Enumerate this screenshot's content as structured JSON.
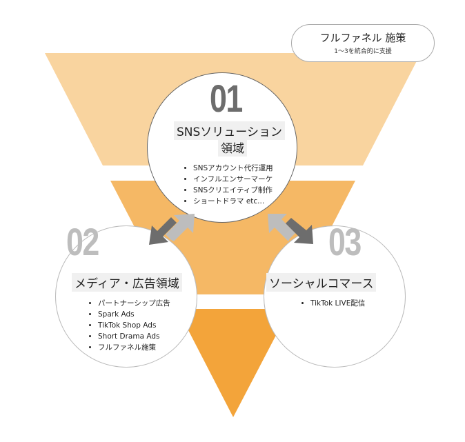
{
  "callout": {
    "title": "フルファネル 施策",
    "subtitle": "1〜3を統合的に支援"
  },
  "colors": {
    "band1": "#F9D49F",
    "band2": "#F5B865",
    "band3": "#F3A43A",
    "number_dark": "#6d6d6d",
    "number_light": "#bdbdbd",
    "arrow_dark": "#6d6d6d",
    "arrow_light": "#bdbdbd"
  },
  "domains": [
    {
      "number": "01",
      "title_line1": "SNSソリューション",
      "title_line2": "領域",
      "items": [
        "SNSアカウント代行運用",
        "インフルエンサーマーケ",
        "SNSクリエイティブ制作",
        "ショートドラマ etc..."
      ]
    },
    {
      "number": "02",
      "title": "メディア・広告領域",
      "items": [
        "パートナーシップ広告",
        "Spark Ads",
        "TikTok Shop Ads",
        "Short Drama Ads",
        "フルファネル施策"
      ]
    },
    {
      "number": "03",
      "title": "ソーシャルコマース",
      "items": [
        "TikTok LIVE配信"
      ]
    }
  ]
}
